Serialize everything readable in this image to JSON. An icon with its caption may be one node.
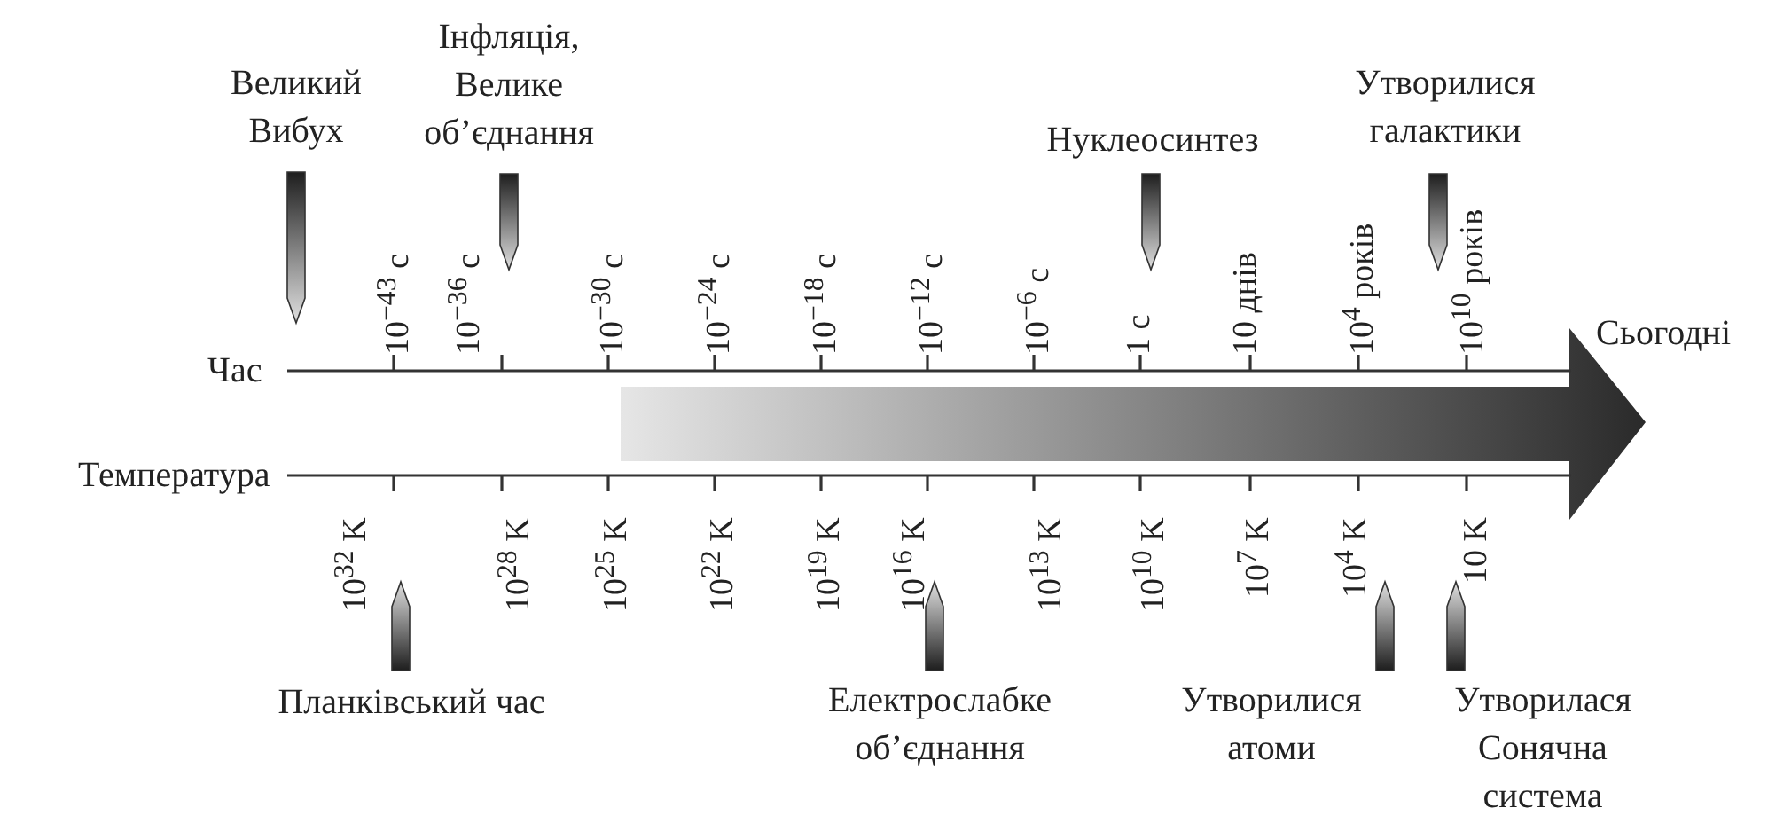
{
  "diagram": {
    "labels": [
      "Великий Вибух",
      "Інфляція, Велике об’єднання",
      "Нуклеосинтез",
      "Утворилися галактики",
      "10$^{−43}$ с",
      "10$^{−36}$ с",
      "10$^{−30}$ с",
      "10$^{−24}$ с",
      "10$^{−18}$ с",
      "10$^{−12}$ с",
      "10$^{−6}$ с",
      "1 с",
      "10 днів",
      "10$^{4}$ років",
      "10$^{10}$ років",
      "Час",
      "Сьогодні",
      "Температура",
      "10$^{32}$ K",
      "10$^{28}$ K",
      "10$^{25}$ K",
      "10$^{22}$ K",
      "10$^{19}$ K",
      "10$^{16}$ K",
      "10$^{13}$ K",
      "10$^{10}$ K",
      "10$^{7}$ K",
      "10$^{4}$ K",
      "10 K",
      "Планківський час",
      "Електрослабке об’єднання",
      "Утворилися атоми",
      "Утворилася Сонячна система"
    ]
  }
}
